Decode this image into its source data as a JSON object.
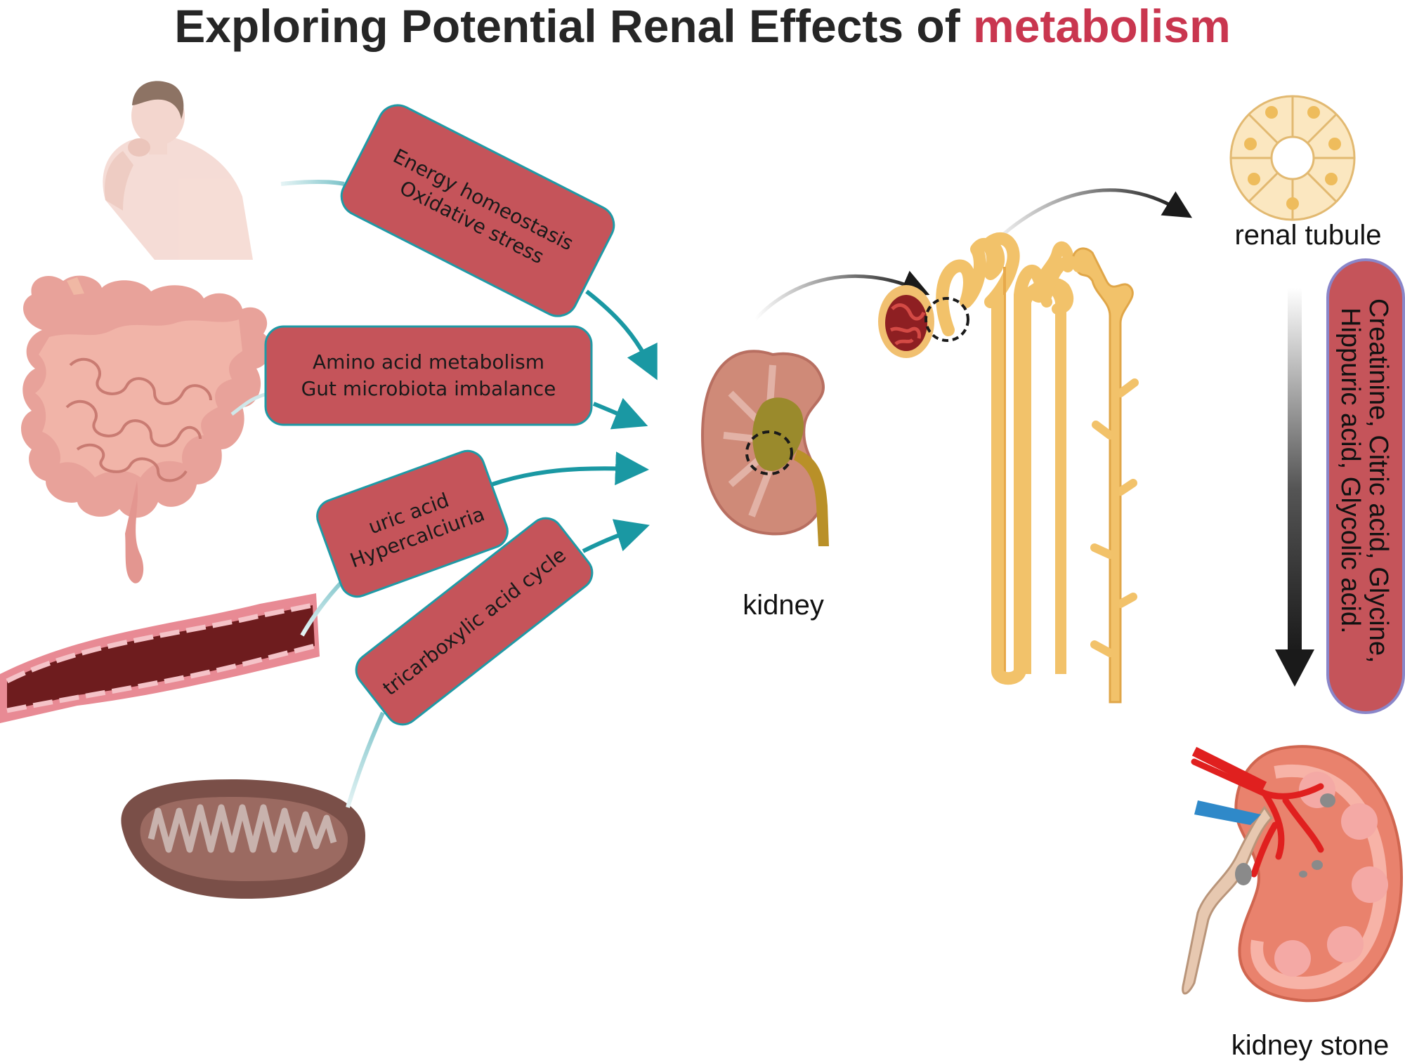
{
  "title": {
    "prefix": "Exploring Potential Renal Effects of ",
    "highlight": "metabolism"
  },
  "sources": [
    {
      "name": "human",
      "icon": "person-coughing-icon",
      "label_lines": [
        "Energy homeostasis",
        "Oxidative stress"
      ]
    },
    {
      "name": "intestine",
      "icon": "intestine-icon",
      "label_lines": [
        "Amino acid metabolism",
        "Gut microbiota imbalance"
      ]
    },
    {
      "name": "blood-vessel",
      "icon": "blood-vessel-icon",
      "label_lines": [
        "uric acid",
        "Hypercalciuria"
      ]
    },
    {
      "name": "mitochondrion",
      "icon": "mitochondrion-icon",
      "label_lines": [
        "tricarboxylic acid cycle"
      ]
    }
  ],
  "labels": {
    "kidney": "kidney",
    "renal_tubule": "renal tubule",
    "kidney_stone": "kidney stone"
  },
  "metabolites": {
    "line1": "Creatinine, Citric acid, Glycine,",
    "line2": "Hippuric acid, Glycolic acid."
  },
  "colors": {
    "box_fill": "#c5545a",
    "box_stroke": "#1f9aa6",
    "arrow_teal": "#1a98a3",
    "title_accent": "#c9364f",
    "tubule": "#f2c26a",
    "kidney_tissue": "#cf8a78"
  }
}
